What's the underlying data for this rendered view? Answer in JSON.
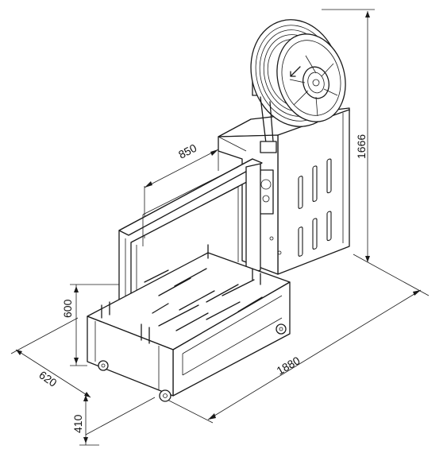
{
  "dimensions": {
    "width_opening": "850",
    "height_opening": "600",
    "depth": "620",
    "length": "1880",
    "table_height": "410",
    "total_height": "1666"
  },
  "colors": {
    "line": "#1a1a1a",
    "background": "#ffffff"
  }
}
